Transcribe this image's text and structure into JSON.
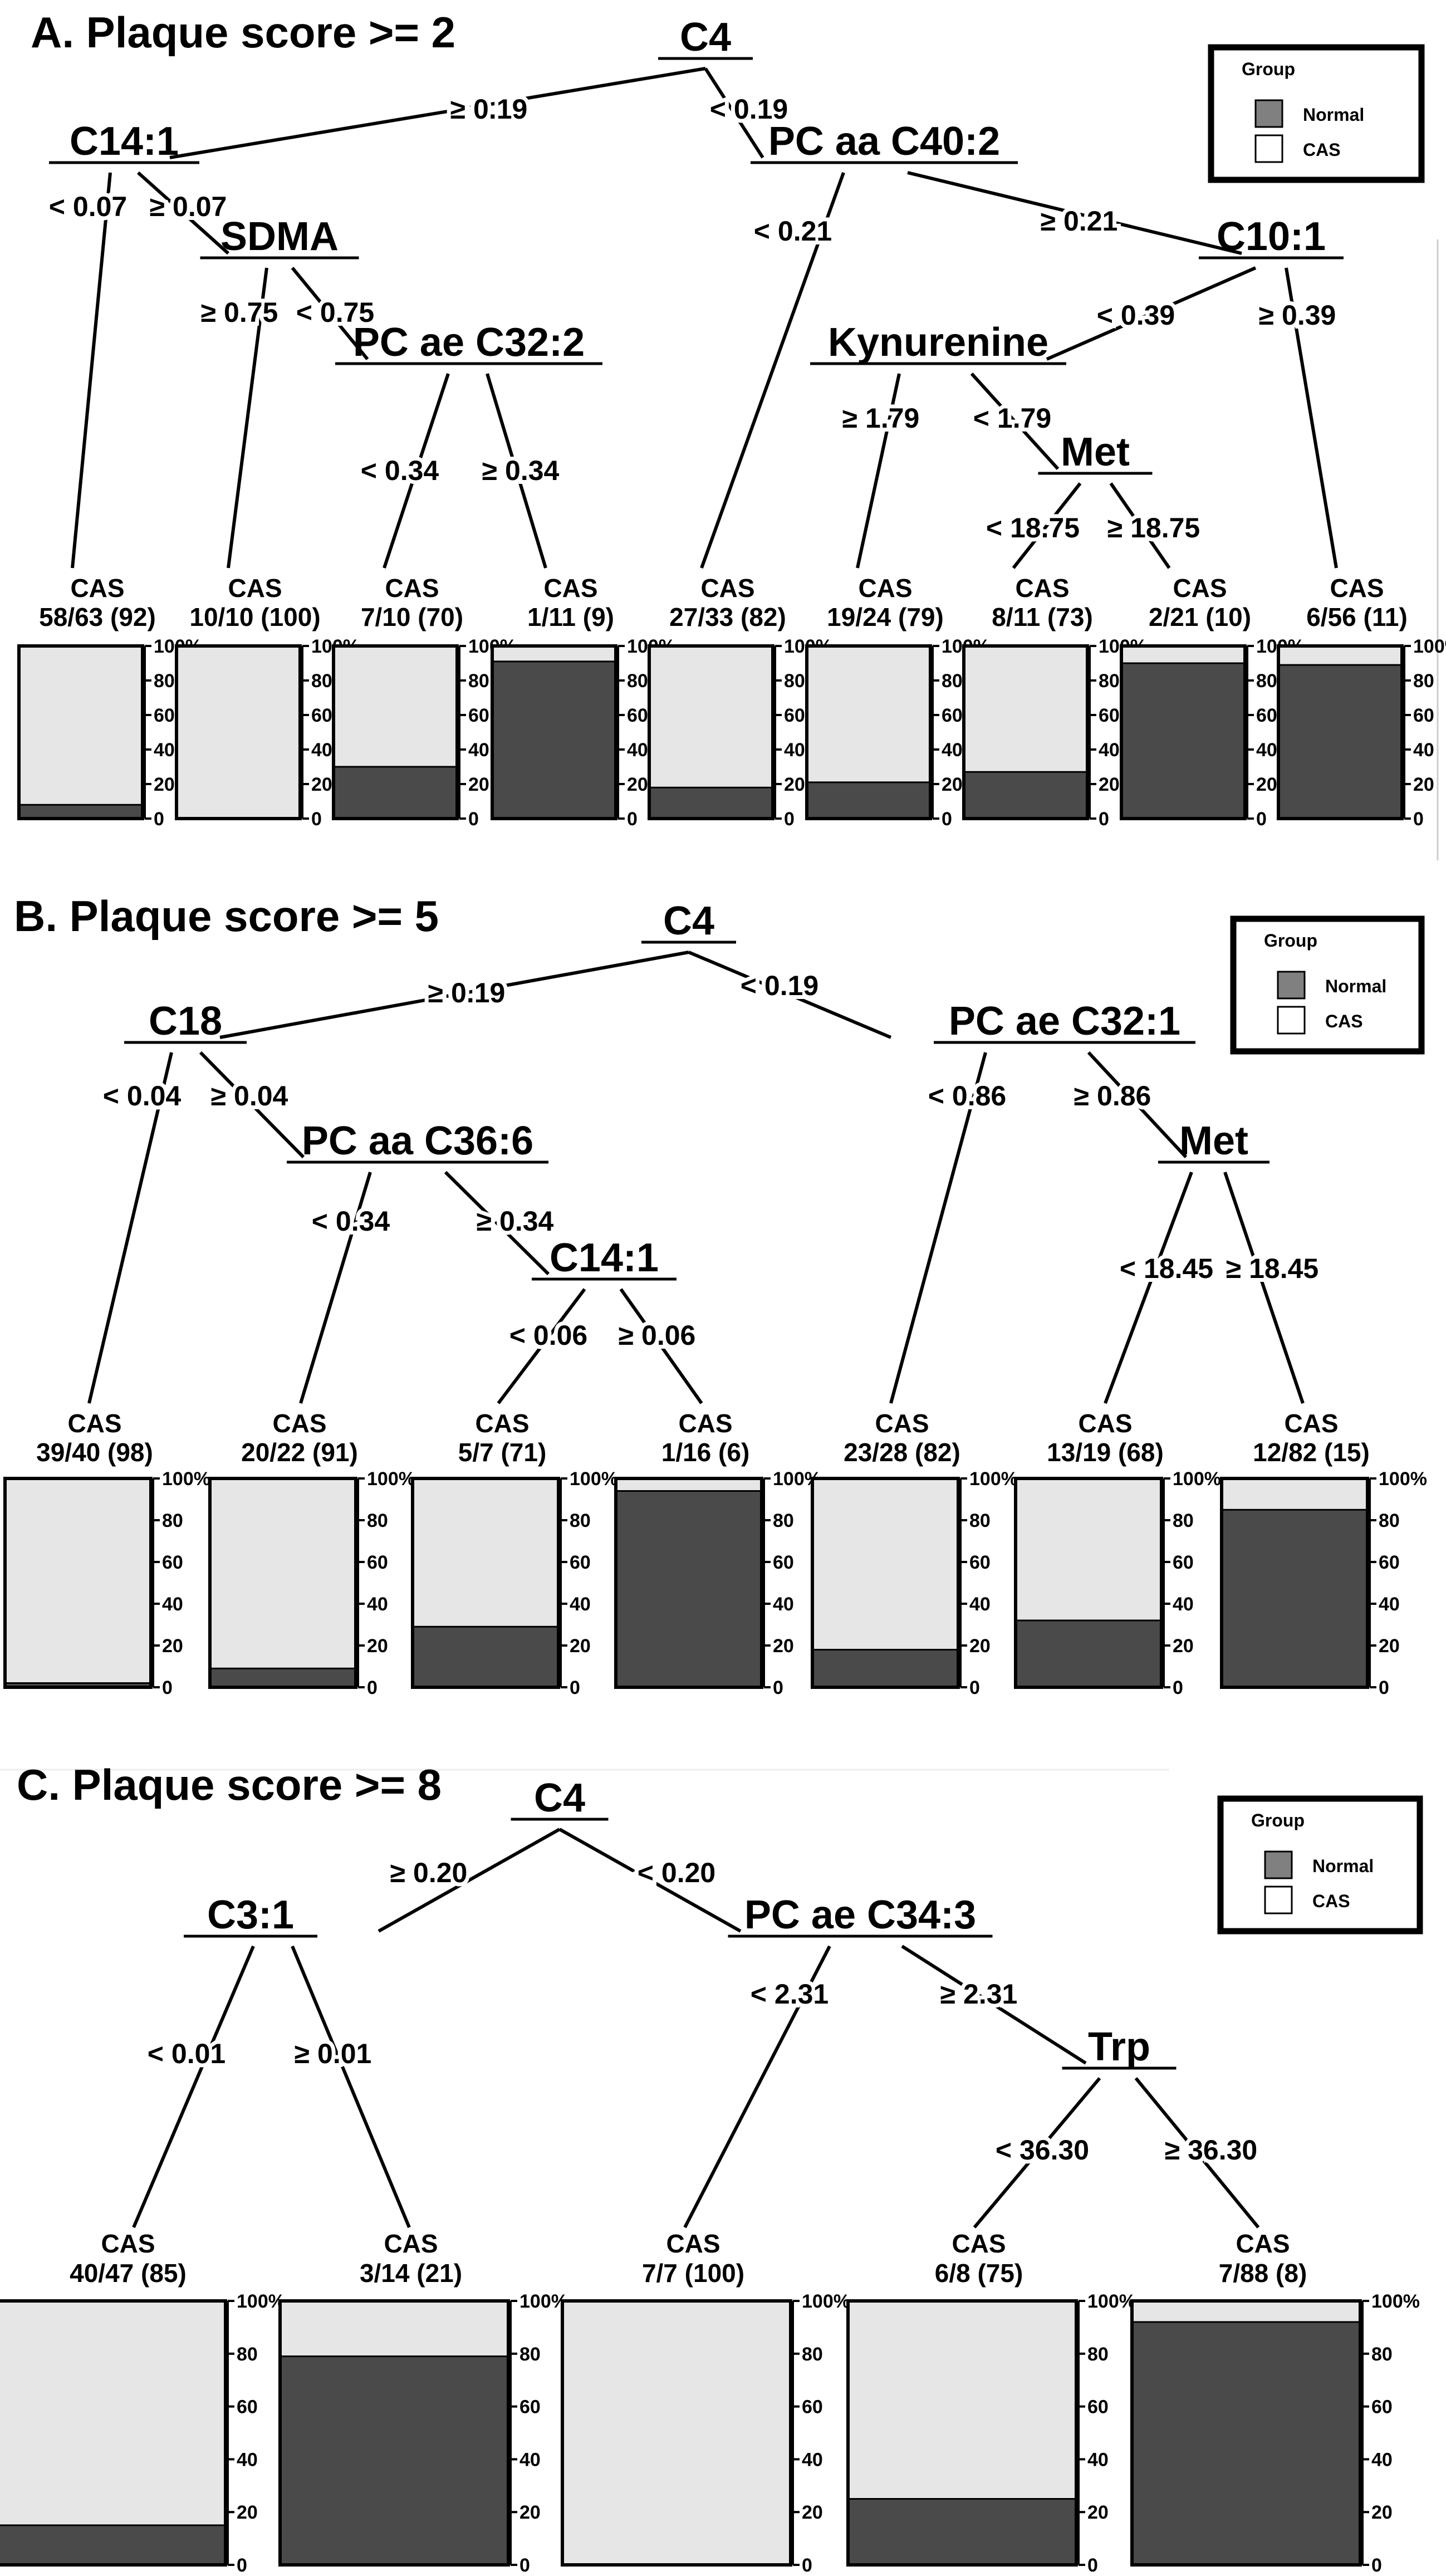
{
  "colors": {
    "normal": "#4a4a4a",
    "cas": "#e6e6e6",
    "legend_normal_swatch": "#808080",
    "legend_cas_swatch": "#ffffff",
    "line": "#000000"
  },
  "bar_axis_ticks": [
    "100%",
    "80",
    "60",
    "40",
    "20",
    "0"
  ],
  "panels": [
    {
      "title": "A. Plaque score >= 2",
      "legend": {
        "title": "Group",
        "normal": "Normal",
        "cas": "CAS"
      },
      "nodes": [
        "C4",
        "C14:1",
        "PC aa C40:2",
        "SDMA",
        "PC ae C32:2",
        "Kynurenine",
        "C10:1",
        "Met"
      ],
      "edge_labels": [
        "≥ 0.19",
        "< 0.19",
        "< 0.07",
        "≥ 0.07",
        "≥ 0.75",
        "< 0.75",
        "< 0.34",
        "≥ 0.34",
        "< 0.21",
        "≥ 0.21",
        "< 0.39",
        "≥ 0.39",
        "≥ 1.79",
        "< 1.79",
        "< 18.75",
        "≥ 18.75"
      ],
      "leaves": [
        {
          "label": "CAS",
          "count": "58/63 (92)",
          "cas_percent": 92
        },
        {
          "label": "CAS",
          "count": "10/10 (100)",
          "cas_percent": 100
        },
        {
          "label": "CAS",
          "count": "7/10 (70)",
          "cas_percent": 70
        },
        {
          "label": "CAS",
          "count": "1/11 (9)",
          "cas_percent": 9
        },
        {
          "label": "CAS",
          "count": "27/33 (82)",
          "cas_percent": 82
        },
        {
          "label": "CAS",
          "count": "19/24 (79)",
          "cas_percent": 79
        },
        {
          "label": "CAS",
          "count": "8/11 (73)",
          "cas_percent": 73
        },
        {
          "label": "CAS",
          "count": "2/21 (10)",
          "cas_percent": 10
        },
        {
          "label": "CAS",
          "count": "6/56 (11)",
          "cas_percent": 11
        }
      ]
    },
    {
      "title": "B. Plaque score >= 5",
      "legend": {
        "title": "Group",
        "normal": "Normal",
        "cas": "CAS"
      },
      "nodes": [
        "C4",
        "C18",
        "PC ae C32:1",
        "PC aa C36:6",
        "C14:1",
        "Met"
      ],
      "edge_labels": [
        "≥ 0.19",
        "< 0.19",
        "< 0.04",
        "≥ 0.04",
        "< 0.34",
        "≥ 0.34",
        "< 0.06",
        "≥ 0.06",
        "< 0.86",
        "≥ 0.86",
        "< 18.45",
        "≥ 18.45"
      ],
      "leaves": [
        {
          "label": "CAS",
          "count": "39/40 (98)",
          "cas_percent": 98
        },
        {
          "label": "CAS",
          "count": "20/22 (91)",
          "cas_percent": 91
        },
        {
          "label": "CAS",
          "count": "5/7 (71)",
          "cas_percent": 71
        },
        {
          "label": "CAS",
          "count": "1/16 (6)",
          "cas_percent": 6
        },
        {
          "label": "CAS",
          "count": "23/28 (82)",
          "cas_percent": 82
        },
        {
          "label": "CAS",
          "count": "13/19 (68)",
          "cas_percent": 68
        },
        {
          "label": "CAS",
          "count": "12/82 (15)",
          "cas_percent": 15
        }
      ]
    },
    {
      "title": "C. Plaque score >= 8",
      "legend": {
        "title": "Group",
        "normal": "Normal",
        "cas": "CAS"
      },
      "nodes": [
        "C4",
        "C3:1",
        "PC ae C34:3",
        "Trp"
      ],
      "edge_labels": [
        "≥ 0.20",
        "< 0.20",
        "< 0.01",
        "≥ 0.01",
        "< 2.31",
        "≥ 2.31",
        "< 36.30",
        "≥ 36.30"
      ],
      "leaves": [
        {
          "label": "CAS",
          "count": "40/47 (85)",
          "cas_percent": 85
        },
        {
          "label": "CAS",
          "count": "3/14 (21)",
          "cas_percent": 21
        },
        {
          "label": "CAS",
          "count": "7/7 (100)",
          "cas_percent": 100
        },
        {
          "label": "CAS",
          "count": "6/8 (75)",
          "cas_percent": 75
        },
        {
          "label": "CAS",
          "count": "7/88 (8)",
          "cas_percent": 8
        }
      ]
    }
  ]
}
